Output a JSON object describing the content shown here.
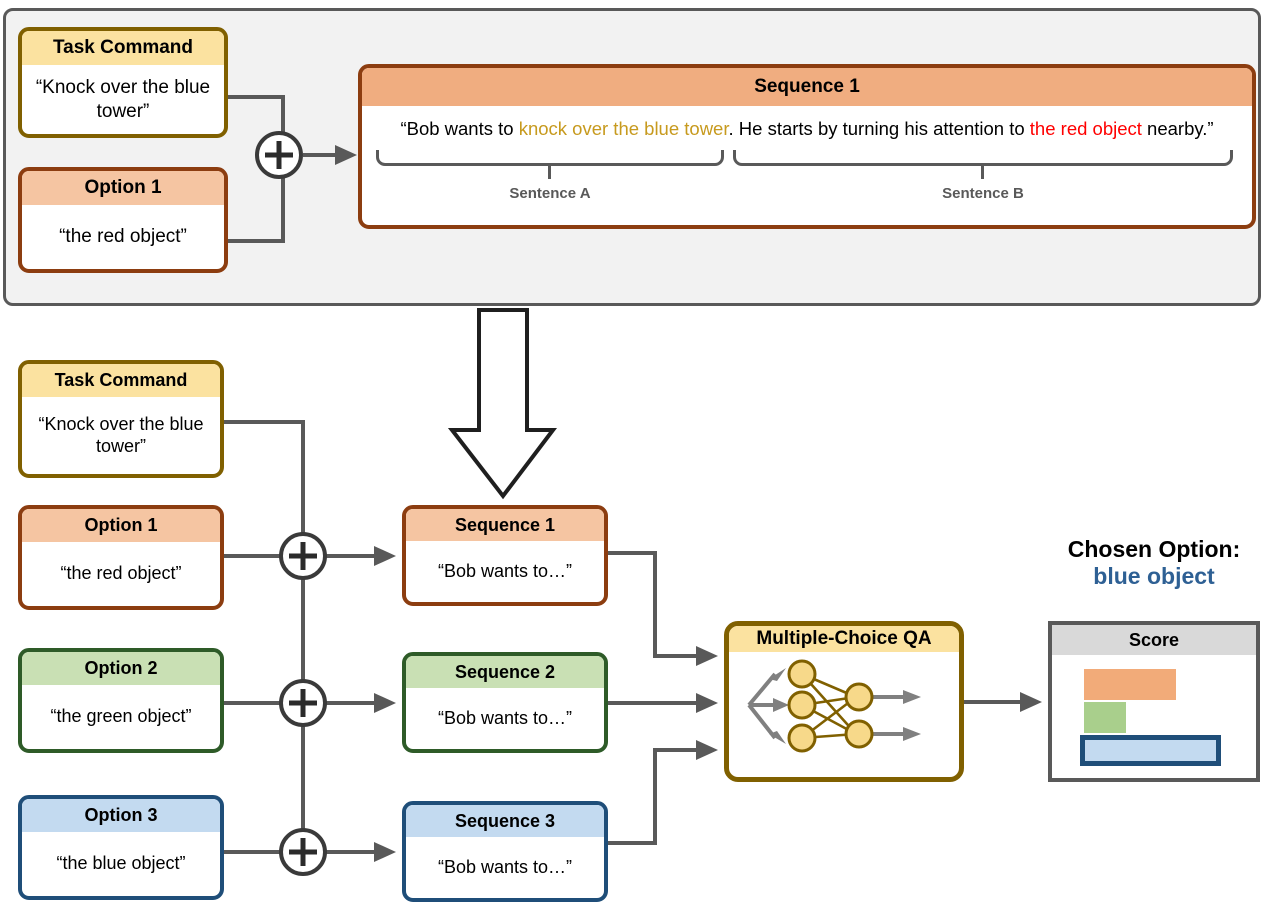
{
  "top_panel": {
    "task_command": {
      "header": "Task Command",
      "text": "“Knock over the blue tower”"
    },
    "option1": {
      "header": "Option 1",
      "text": "“the red object”"
    },
    "plus_symbol": "+",
    "sequence1": {
      "header": "Sequence 1",
      "text_parts": {
        "prefix": "“Bob wants to ",
        "command": "knock over the blue tower",
        "middle": ". He starts by turning his attention to ",
        "option": "the red object",
        "suffix": " nearby.”"
      },
      "brace_a_label": "Sentence A",
      "brace_b_label": "Sentence B"
    }
  },
  "flow": {
    "task_command": {
      "header": "Task Command",
      "text": "“Knock over the blue tower”"
    },
    "options": [
      {
        "header": "Option 1",
        "text": "“the red object”",
        "color": "#8c3d10"
      },
      {
        "header": "Option 2",
        "text": "“the green object”",
        "color": "#2e5b28"
      },
      {
        "header": "Option 3",
        "text": "“the blue object”",
        "color": "#1f4e79"
      }
    ],
    "sequences": [
      {
        "header": "Sequence 1",
        "text": "“Bob wants to…”"
      },
      {
        "header": "Sequence 2",
        "text": "“Bob wants to…”"
      },
      {
        "header": "Sequence 3",
        "text": "“Bob wants to…”"
      }
    ],
    "plus_symbol": "+",
    "qa_model": {
      "header": "Multiple-Choice QA",
      "icon": "neural-network-icon",
      "input_nodes": 3,
      "output_nodes": 2
    }
  },
  "result": {
    "chosen_label": "Chosen Option:",
    "chosen_value": "blue object",
    "score_header": "Score",
    "bars": [
      {
        "name": "option-1-score",
        "width": 92,
        "color": "#f2ab79",
        "selected": false
      },
      {
        "name": "option-2-score",
        "width": 42,
        "color": "#a9cf8c",
        "selected": false
      },
      {
        "name": "option-3-score",
        "width": 141,
        "color": "#c3daf0",
        "selected": true
      }
    ]
  },
  "colors": {
    "gold": "#806000",
    "orange": "#8c3d10",
    "green": "#2e5b28",
    "blue": "#1f4e79",
    "gray": "#595959",
    "accent_blue": "#2e6094",
    "red": "#ff0000",
    "command_gold": "#c79a1e"
  }
}
